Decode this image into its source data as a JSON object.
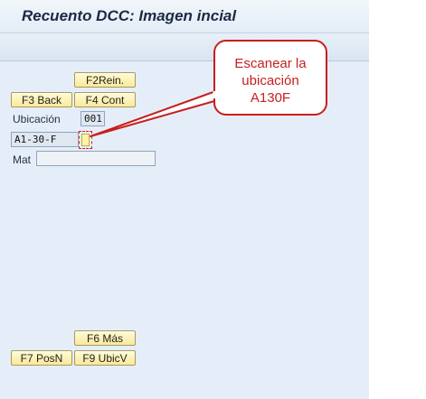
{
  "window": {
    "title": "Recuento DCC: Imagen incial"
  },
  "buttons": {
    "f2": "F2Rein.",
    "f3": "F3 Back",
    "f4": "F4 Cont",
    "f6": "F6 Más",
    "f7": "F7 PosN",
    "f9": "F9 UbicV"
  },
  "form": {
    "ubicacion_label": "Ubicación",
    "ubicacion_value": "001",
    "location_value": "A1-30-F",
    "scan_value": "",
    "mat_label": "Mat",
    "mat_value": ""
  },
  "callout": {
    "line1": "Escanear la",
    "line2": "ubicación",
    "line3": "A130F"
  },
  "colors": {
    "callout": "#c81e1e",
    "button": "#fbe89a",
    "background": "#e5eef8"
  }
}
